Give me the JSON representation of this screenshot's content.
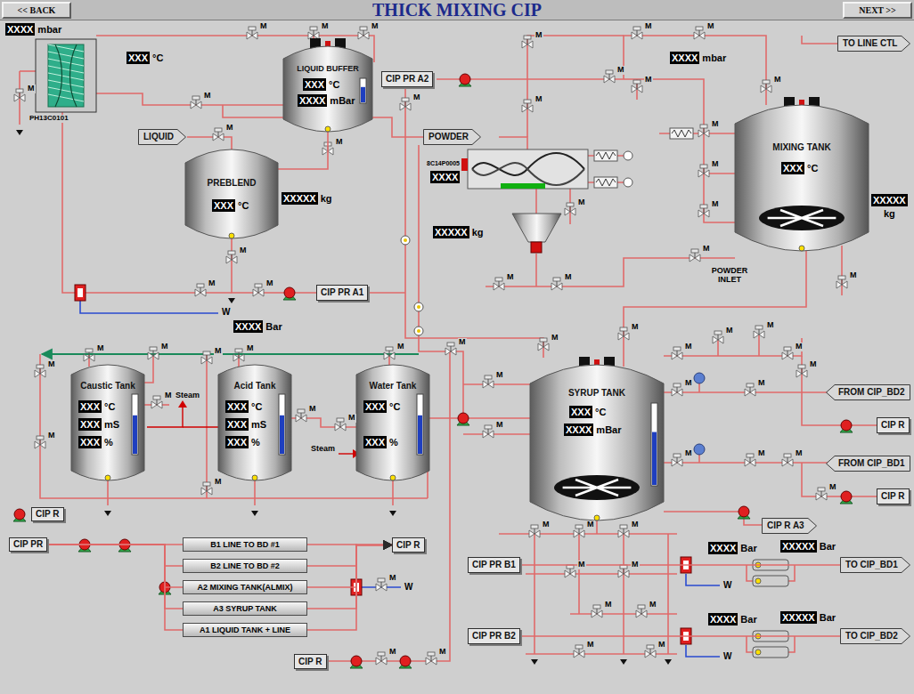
{
  "diagram": {
    "title": "THICK MIXING CIP",
    "nodes": [
      {
        "text": [
          "<< BACK"
        ]
      },
      {
        "text": [
          "NEXT >>"
        ]
      },
      {
        "text": [
          "XXXX",
          "mbar"
        ]
      },
      {
        "text": [
          "XXX",
          "°C"
        ]
      },
      {
        "text": [
          "LIQUID"
        ]
      },
      {
        "text": [
          "LIQUID BUFFER"
        ]
      },
      {
        "text": [
          "XXX",
          "°C"
        ],
        "in": 5
      },
      {
        "text": [
          "XXXX",
          "mBar"
        ],
        "in": 5
      },
      {
        "text": [
          "PREBLEND"
        ]
      },
      {
        "text": [
          "XXX",
          "°C"
        ],
        "in": 8
      },
      {
        "text": [
          "XXXXX",
          "kg"
        ]
      },
      {
        "text": [
          "CIP PR A2"
        ]
      },
      {
        "text": [
          "POWDER"
        ]
      },
      {
        "text": [
          "XXXX",
          "mbar"
        ]
      },
      {
        "text": [
          "TO LINE CTL"
        ]
      },
      {
        "text": [
          "MIXING TANK"
        ]
      },
      {
        "text": [
          "XXX",
          "°C"
        ],
        "in": 15
      },
      {
        "text": [
          "XXXXX",
          "kg"
        ]
      },
      {
        "text": [
          "XXXX"
        ]
      },
      {
        "text": [
          "XXXXX",
          "kg"
        ]
      },
      {
        "text": [
          "CIP PR A1"
        ]
      },
      {
        "text": [
          "XXXX",
          "Bar"
        ]
      },
      {
        "text": [
          "Caustic Tank"
        ]
      },
      {
        "text": [
          "XXX",
          "°C"
        ],
        "in": 22
      },
      {
        "text": [
          "XXX",
          "mS"
        ],
        "in": 22
      },
      {
        "text": [
          "XXX",
          "%"
        ],
        "in": 22
      },
      {
        "text": [
          "Acid Tank"
        ]
      },
      {
        "text": [
          "XXX",
          "°C"
        ],
        "in": 26
      },
      {
        "text": [
          "XXX",
          "mS"
        ],
        "in": 26
      },
      {
        "text": [
          "XXX",
          "%"
        ],
        "in": 26
      },
      {
        "text": [
          "Water Tank"
        ]
      },
      {
        "text": [
          "XXX",
          "°C"
        ],
        "in": 30
      },
      {
        "text": [
          "XXX",
          "%"
        ],
        "in": 30
      },
      {
        "text": [
          "SYRUP TANK"
        ]
      },
      {
        "text": [
          "XXX",
          "°C"
        ],
        "in": 33
      },
      {
        "text": [
          "XXXX",
          "mBar"
        ],
        "in": 33
      },
      {
        "text": [
          "FROM CIP_BD2"
        ]
      },
      {
        "text": [
          "CIP R"
        ]
      },
      {
        "text": [
          "FROM CIP_BD1"
        ]
      },
      {
        "text": [
          "CIP R"
        ]
      },
      {
        "text": [
          "CIP R A3"
        ]
      },
      {
        "text": [
          "CIP R"
        ]
      },
      {
        "text": [
          "CIP PR"
        ]
      },
      {
        "text": [
          "B1 LINE TO BD #1"
        ]
      },
      {
        "text": [
          "B2 LINE TO BD #2"
        ]
      },
      {
        "text": [
          "A2 MIXING TANK(ALMIX)"
        ]
      },
      {
        "text": [
          "A3 SYRUP TANK"
        ]
      },
      {
        "text": [
          "A1 LIQUID TANK + LINE"
        ]
      },
      {
        "text": [
          "CIP R"
        ]
      },
      {
        "text": [
          "CIP PR B1"
        ]
      },
      {
        "text": [
          "XXXX",
          "Bar"
        ]
      },
      {
        "text": [
          "XXXXX",
          "Bar"
        ]
      },
      {
        "text": [
          "TO CIP_BD1"
        ]
      },
      {
        "text": [
          "CIP PR B2"
        ]
      },
      {
        "text": [
          "XXXX",
          "Bar"
        ]
      },
      {
        "text": [
          "XXXXX",
          "Bar"
        ]
      },
      {
        "text": [
          "TO CIP_BD2"
        ]
      },
      {
        "text": [
          "CIP R"
        ]
      }
    ],
    "edges": [
      {
        "from": 5,
        "to": 8,
        "arrow": "none"
      },
      {
        "from": 42,
        "to": 43,
        "arrow": "none"
      },
      {
        "from": 42,
        "to": 44,
        "arrow": "none"
      },
      {
        "from": 42,
        "to": 45,
        "arrow": "none"
      },
      {
        "from": 42,
        "to": 46,
        "arrow": "none"
      },
      {
        "from": 42,
        "to": 47,
        "arrow": "none"
      },
      {
        "from": 43,
        "to": 48,
        "arrow": "to"
      },
      {
        "from": 44,
        "to": 48,
        "arrow": "to"
      },
      {
        "from": 45,
        "to": 48,
        "arrow": "to"
      },
      {
        "from": 46,
        "to": 48,
        "arrow": "to"
      },
      {
        "from": 47,
        "to": 48,
        "arrow": "to"
      },
      {
        "from": 49,
        "to": 52,
        "arrow": "none"
      },
      {
        "from": 53,
        "to": 56,
        "arrow": "none"
      }
    ],
    "labels": [
      "PH13C0101",
      "8C14P0005",
      "POWDER INLET",
      "Steam",
      "Steam",
      "W",
      "W",
      "W",
      "W",
      "M",
      "M",
      "M",
      "M",
      "M",
      "M",
      "M",
      "M",
      "M",
      "M",
      "M",
      "M",
      "M",
      "M",
      "M",
      "M",
      "M",
      "M",
      "M",
      "M",
      "M",
      "M",
      "M",
      "M",
      "M",
      "M",
      "M",
      "M",
      "M",
      "M",
      "M",
      "M",
      "M",
      "M",
      "M",
      "M",
      "M",
      "M",
      "M",
      "M",
      "M",
      "M",
      "M",
      "M",
      "M",
      "M",
      "M",
      "M",
      "M",
      "M",
      "M",
      "M",
      "M",
      "M",
      "M",
      "M",
      "M",
      "M",
      "M",
      "M",
      "M",
      "M",
      "M",
      "M",
      "M"
    ]
  }
}
